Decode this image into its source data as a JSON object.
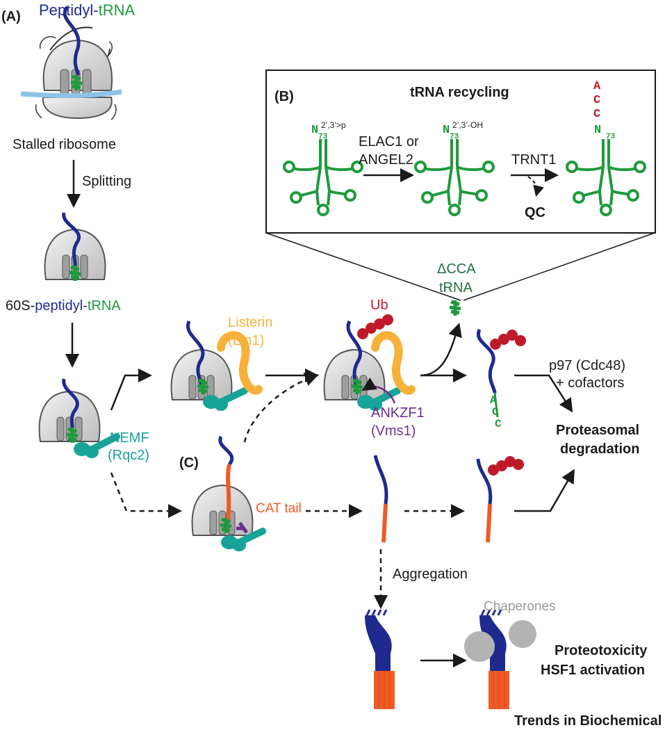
{
  "panels": {
    "a": "(A)",
    "b": "(B)",
    "c": "(C)"
  },
  "labels": {
    "peptidyl": "Peptidyl-",
    "trna": "tRNA",
    "stalled_ribosome": "Stalled ribosome",
    "splitting": "Splitting",
    "sixty_s": "60S-",
    "peptidyl2": "peptidyl-",
    "trna2": "tRNA",
    "nemf": "NEMF",
    "rqc2": "(Rqc2)",
    "listerin": "Listerin",
    "ltn1": "(Ltn1)",
    "ub": "Ub",
    "delta_cca": "ΔCCA",
    "delta_trna": "tRNA",
    "ankzf1": "ANKZF1",
    "vms1": "(Vms1)",
    "p97": "p97 (Cdc48)",
    "cofactors": "+ cofactors",
    "proteasomal": "Proteasomal",
    "degradation": "degradation",
    "cat_tail": "CAT tail",
    "aggregation": "Aggregation",
    "chaperones": "Chaperones",
    "proteotoxicity": "Proteotoxicity",
    "hsf1": "HSF1 activation",
    "credit": "Trends in Biochemical Sciences"
  },
  "recycling": {
    "title": "tRNA recycling",
    "n1": "N",
    "n1_sub": "73",
    "n1_sup": "2’,3’>p",
    "enzyme1a": "ELAC1 or",
    "enzyme1b": "ANGEL2",
    "n2": "N",
    "n2_sub": "73",
    "n2_sup": "2’,3’-OH",
    "enzyme2": "TRNT1",
    "qc": "QC",
    "n3": "N",
    "n3_sub": "73",
    "cca_a": "A",
    "cca_c1": "C",
    "cca_c2": "C"
  },
  "acc": {
    "a": "A",
    "c1": "C",
    "c2": "C"
  },
  "colors": {
    "peptide": "#1f2a8f",
    "trna": "#1e9a3c",
    "nemf": "#17a398",
    "listerin": "#f7b13a",
    "ub": "#c01a2a",
    "ankzf1": "#6b2c91",
    "cat": "#f05a24",
    "chaperone": "#b3b3b3",
    "ribosome": "#d9d9d9"
  }
}
